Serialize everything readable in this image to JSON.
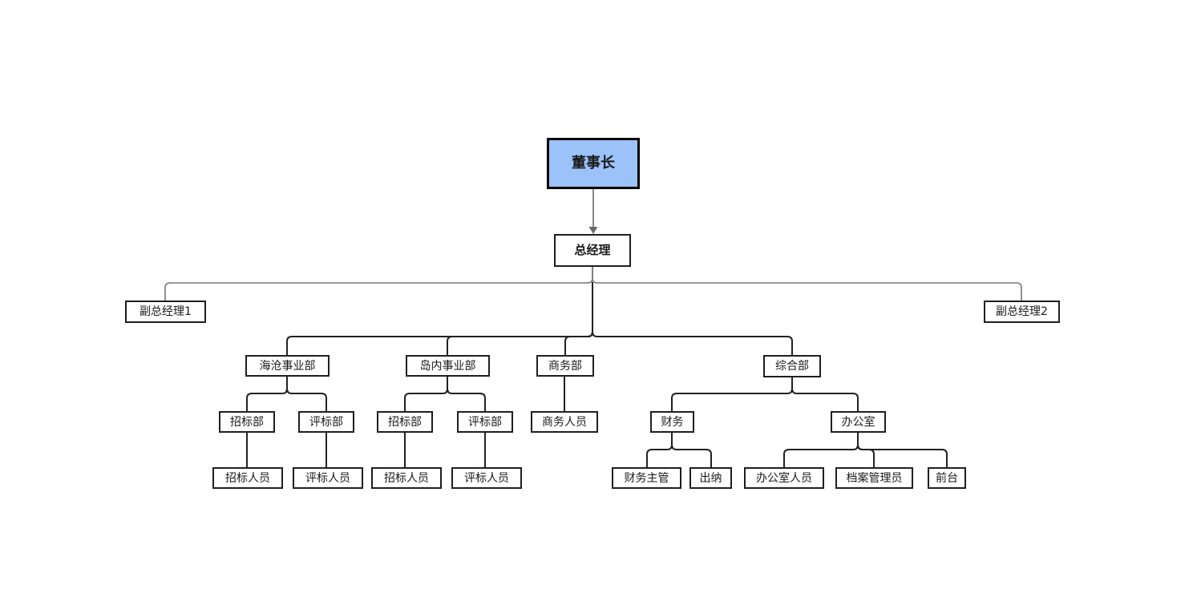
{
  "diagram": {
    "type": "org-chart",
    "root_label": "董事长",
    "colors": {
      "root_fill": "#9cc3f9",
      "box_border": "#1f1f1f",
      "connector_dark": "#222222",
      "connector_gray": "#76767e",
      "background": "#ffffff"
    },
    "nodes": {
      "chairman": {
        "label": "董事长",
        "parent": null
      },
      "general_manager": {
        "label": "总经理",
        "parent": "chairman"
      },
      "deputy_gm_1": {
        "label": "副总经理1",
        "parent": "general_manager"
      },
      "deputy_gm_2": {
        "label": "副总经理2",
        "parent": "general_manager"
      },
      "haicang_division": {
        "label": "海沧事业部",
        "parent": "general_manager"
      },
      "daonei_division": {
        "label": "岛内事业部",
        "parent": "general_manager"
      },
      "business_dept": {
        "label": "商务部",
        "parent": "general_manager"
      },
      "general_dept": {
        "label": "综合部",
        "parent": "general_manager"
      },
      "haicang_bidding_dept": {
        "label": "招标部",
        "parent": "haicang_division"
      },
      "haicang_evaluation_dept": {
        "label": "评标部",
        "parent": "haicang_division"
      },
      "daonei_bidding_dept": {
        "label": "招标部",
        "parent": "daonei_division"
      },
      "daonei_evaluation_dept": {
        "label": "评标部",
        "parent": "daonei_division"
      },
      "business_staff": {
        "label": "商务人员",
        "parent": "business_dept"
      },
      "finance": {
        "label": "财务",
        "parent": "general_dept"
      },
      "office": {
        "label": "办公室",
        "parent": "general_dept"
      },
      "haicang_bidding_staff": {
        "label": "招标人员",
        "parent": "haicang_bidding_dept"
      },
      "haicang_evaluation_staff": {
        "label": "评标人员",
        "parent": "haicang_evaluation_dept"
      },
      "daonei_bidding_staff": {
        "label": "招标人员",
        "parent": "daonei_bidding_dept"
      },
      "daonei_evaluation_staff": {
        "label": "评标人员",
        "parent": "daonei_evaluation_dept"
      },
      "finance_supervisor": {
        "label": "财务主管",
        "parent": "finance"
      },
      "cashier": {
        "label": "出纳",
        "parent": "finance"
      },
      "office_staff": {
        "label": "办公室人员",
        "parent": "office"
      },
      "archives_manager": {
        "label": "档案管理员",
        "parent": "office"
      },
      "front_desk": {
        "label": "前台",
        "parent": "office"
      }
    }
  }
}
